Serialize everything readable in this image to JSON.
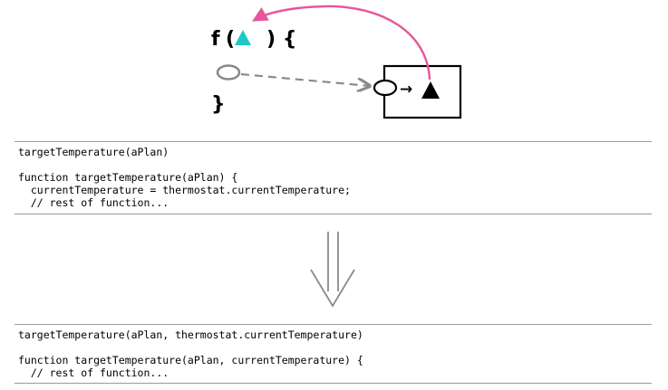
{
  "diagram": {
    "func_name": "f",
    "open_paren": "(",
    "close_paren_brace": ") {",
    "close_brace": "}",
    "arrow_glyph": "→",
    "colors": {
      "param_triangle": "#1ec8c8",
      "curve_arrow": "#e8559a",
      "dashed_arrow": "#8a8a8a",
      "oval_left": "#8a8a8a",
      "box_border": "#000000",
      "down_arrow": "#8a8a8a"
    },
    "icons": {
      "param": "triangle-icon",
      "internal_query": "triangle-icon",
      "input_oval": "oval-icon",
      "transform": "double-down-arrow-icon"
    }
  },
  "code_before": {
    "lines": [
      "targetTemperature(aPlan)",
      "",
      "function targetTemperature(aPlan) {",
      "  currentTemperature = thermostat.currentTemperature;",
      "  // rest of function..."
    ]
  },
  "code_after": {
    "lines": [
      "targetTemperature(aPlan, thermostat.currentTemperature)",
      "",
      "function targetTemperature(aPlan, currentTemperature) {",
      "  // rest of function..."
    ]
  }
}
